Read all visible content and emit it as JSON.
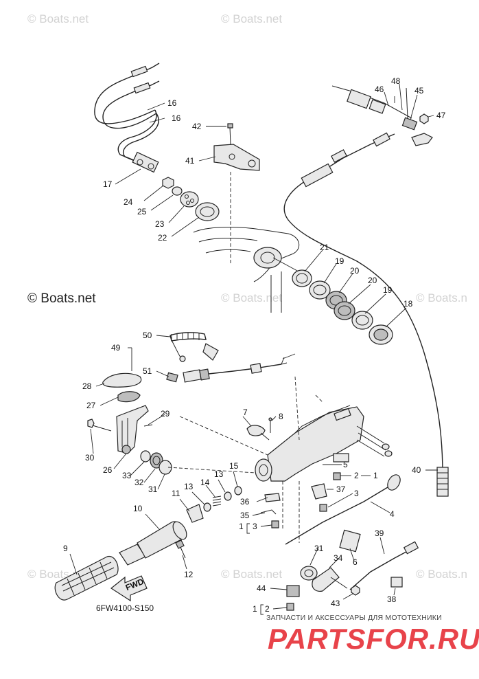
{
  "watermarks": {
    "site": "© Boats.net",
    "site_bold": "© Boats.net",
    "site_partial": "© Boats.n"
  },
  "diagram_code": "6FW4100-S150",
  "fwd_label": "FWD",
  "advert": {
    "tagline": "ЗАПЧАСТИ И АКСЕССУАРЫ ДЛЯ МОТОТЕХНИКИ",
    "logo": "PARTSFOR.RU",
    "logo_color": "#e8434a"
  },
  "callouts": [
    "1",
    "2",
    "3",
    "4",
    "5",
    "6",
    "7",
    "8",
    "9",
    "10",
    "11",
    "12",
    "13",
    "14",
    "15",
    "16",
    "17",
    "18",
    "19",
    "20",
    "21",
    "22",
    "23",
    "24",
    "25",
    "26",
    "27",
    "28",
    "29",
    "30",
    "31",
    "32",
    "33",
    "34",
    "35",
    "36",
    "37",
    "38",
    "39",
    "40",
    "41",
    "42",
    "43",
    "44",
    "45",
    "46",
    "47",
    "48",
    "49",
    "50",
    "51"
  ]
}
